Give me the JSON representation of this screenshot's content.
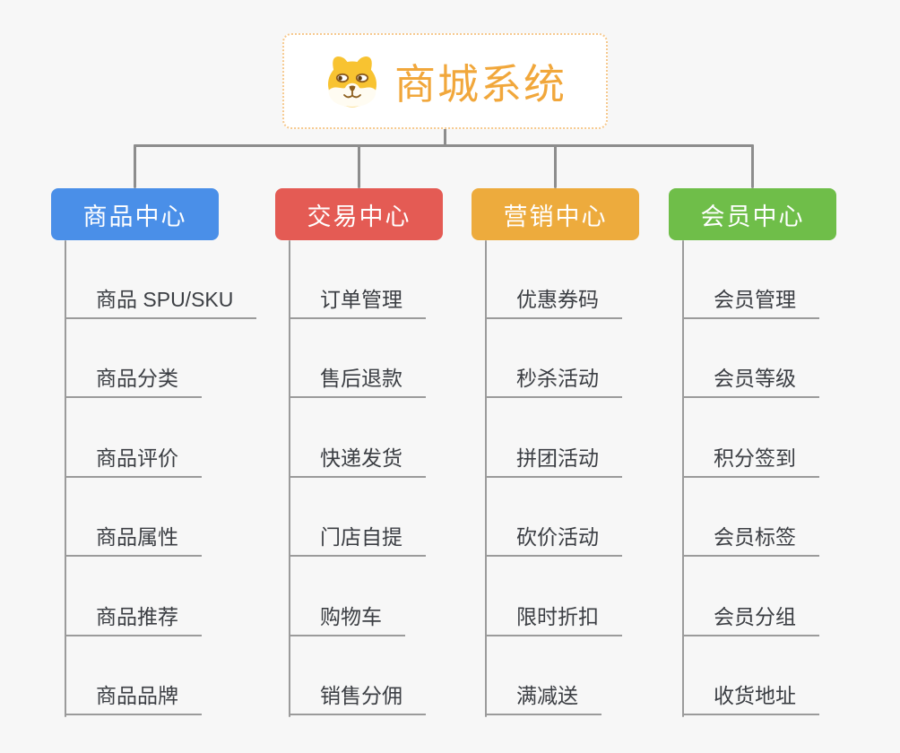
{
  "canvas": {
    "background": "#f7f7f7"
  },
  "root": {
    "label": "商城系统",
    "icon": "dog-face-icon",
    "text_color": "#f1a73b",
    "border_color": "#f6c98e",
    "background": "#ffffff"
  },
  "connector_color": "#8d8d8d",
  "subline_color": "#9b9b9b",
  "subtopic_text_color": "#3b3e43",
  "branches": [
    {
      "label": "商品中心",
      "color": "#4a8fe8",
      "items": [
        "商品 SPU/SKU",
        "商品分类",
        "商品评价",
        "商品属性",
        "商品推荐",
        "商品品牌"
      ]
    },
    {
      "label": "交易中心",
      "color": "#e45b54",
      "items": [
        "订单管理",
        "售后退款",
        "快递发货",
        "门店自提",
        "购物车",
        "销售分佣"
      ]
    },
    {
      "label": "营销中心",
      "color": "#edab3d",
      "items": [
        "优惠券码",
        "秒杀活动",
        "拼团活动",
        "砍价活动",
        "限时折扣",
        "满减送"
      ]
    },
    {
      "label": "会员中心",
      "color": "#6fbe49",
      "items": [
        "会员管理",
        "会员等级",
        "积分签到",
        "会员标签",
        "会员分组",
        "收货地址"
      ]
    }
  ]
}
